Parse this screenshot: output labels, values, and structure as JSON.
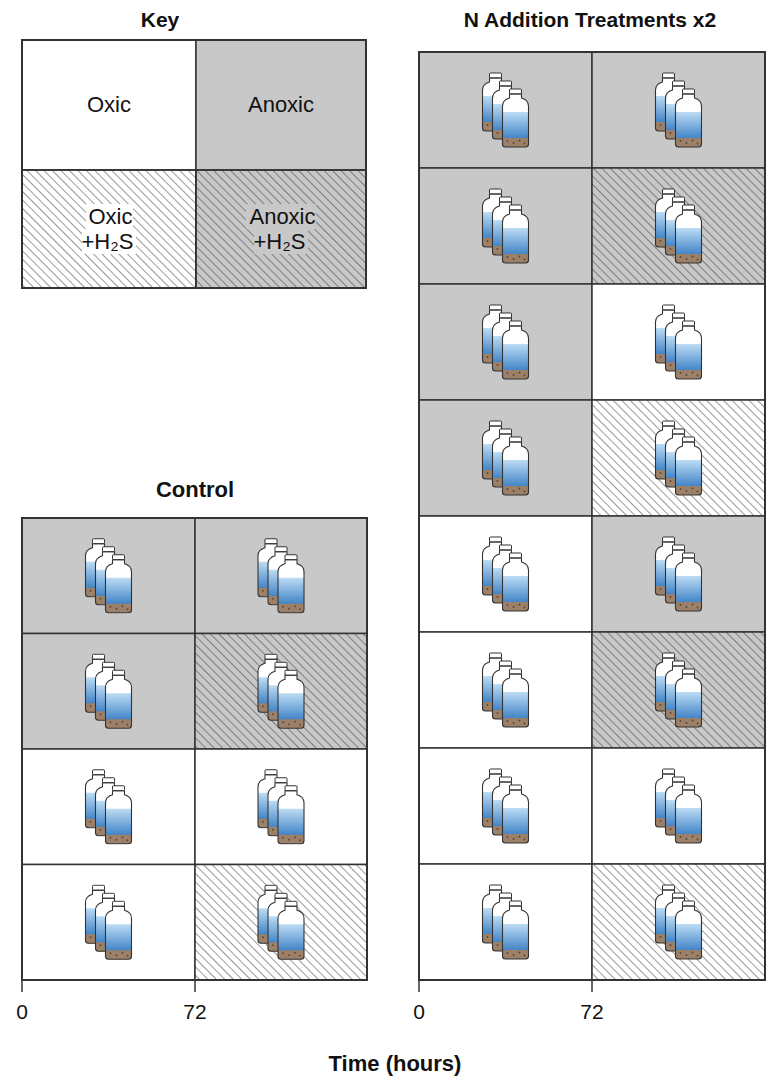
{
  "diagram": {
    "labels": [
      "Key",
      "N Addition Treatments x2",
      "Control",
      "0",
      "72",
      "0",
      "72",
      "Time (hours)"
    ],
    "legend": [
      {
        "text": "Oxic",
        "color": "#ffffff"
      },
      {
        "text": "Anoxic",
        "color": "#c8c8c8"
      },
      {
        "text": "Oxic +H₂S"
      },
      {
        "text": "Anoxic +H₂S"
      }
    ]
  }
}
